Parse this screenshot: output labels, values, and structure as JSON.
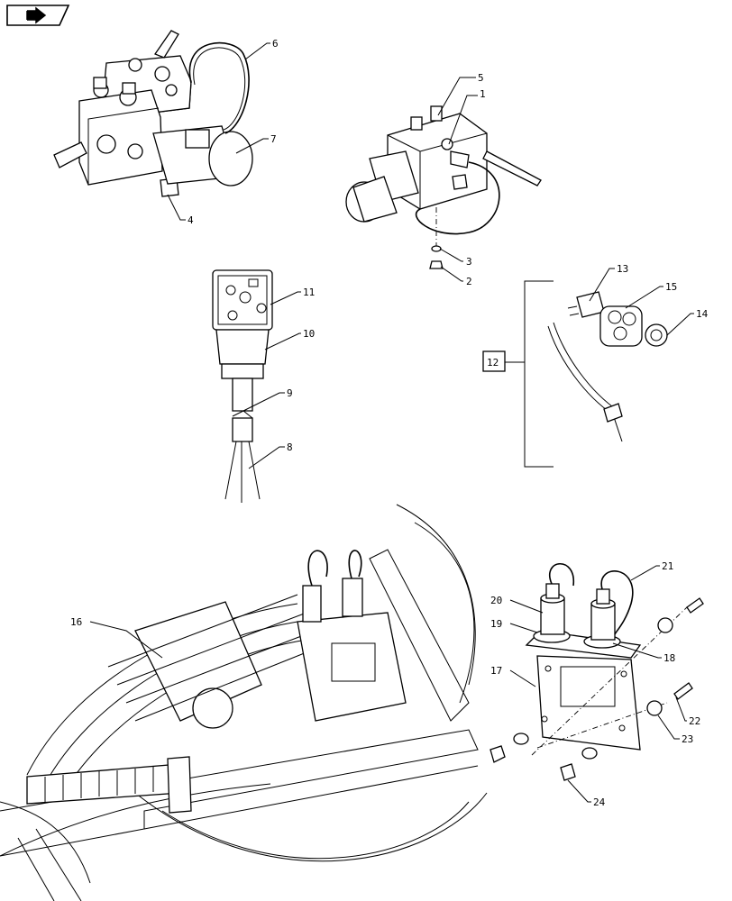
{
  "callouts": {
    "c1": "1",
    "c2": "2",
    "c3": "3",
    "c4": "4",
    "c5": "5",
    "c6": "6",
    "c7": "7",
    "c8": "8",
    "c9": "9",
    "c10": "10",
    "c11": "11",
    "c12": "12",
    "c13": "13",
    "c14": "14",
    "c15": "15",
    "c16": "16",
    "c17": "17",
    "c18": "18",
    "c19": "19",
    "c20": "20",
    "c21": "21",
    "c22": "22",
    "c23": "23",
    "c24": "24"
  },
  "icons": {
    "corner_nav": "previous-page-arrow-icon"
  }
}
